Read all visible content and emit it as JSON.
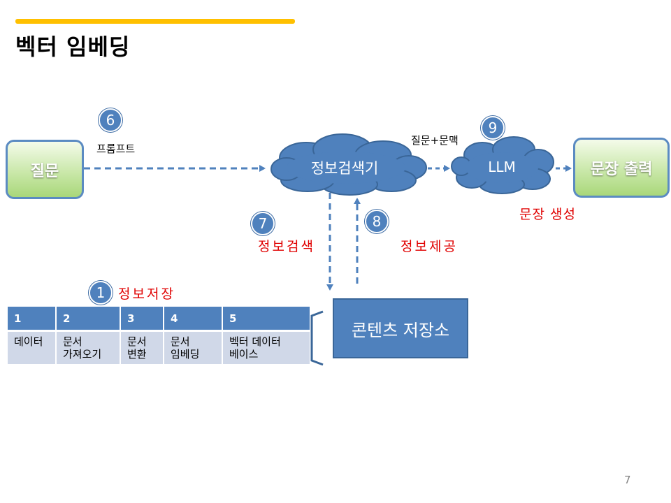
{
  "slide": {
    "title": "벡터 임베딩",
    "page_number": "7"
  },
  "nodes": {
    "question": "질문",
    "retriever": "정보검색기",
    "llm": "LLM",
    "output": "문장 출력",
    "content_store": "콘텐츠 저장소"
  },
  "step_markers": [
    "6",
    "9",
    "7",
    "8",
    "1"
  ],
  "edge_labels": {
    "prompt": "프롬프트",
    "question_context": "질문+문맥",
    "sentence_generation": "문장 생성",
    "info_search": "정보검색",
    "info_provide": "정보제공",
    "info_store": "정보저장"
  },
  "steps_table": {
    "headers": [
      "1",
      "2",
      "3",
      "4",
      "5"
    ],
    "cells": [
      "데이터",
      "문서\n가져오기",
      "문서\n변환",
      "문서\n임베딩",
      "벡터 데이터\n베이스"
    ]
  },
  "colors": {
    "accent_bar": "#ffc000",
    "node_blue": "#4f81bd",
    "label_red": "#e00000",
    "green_box": "#c6e6a4"
  }
}
